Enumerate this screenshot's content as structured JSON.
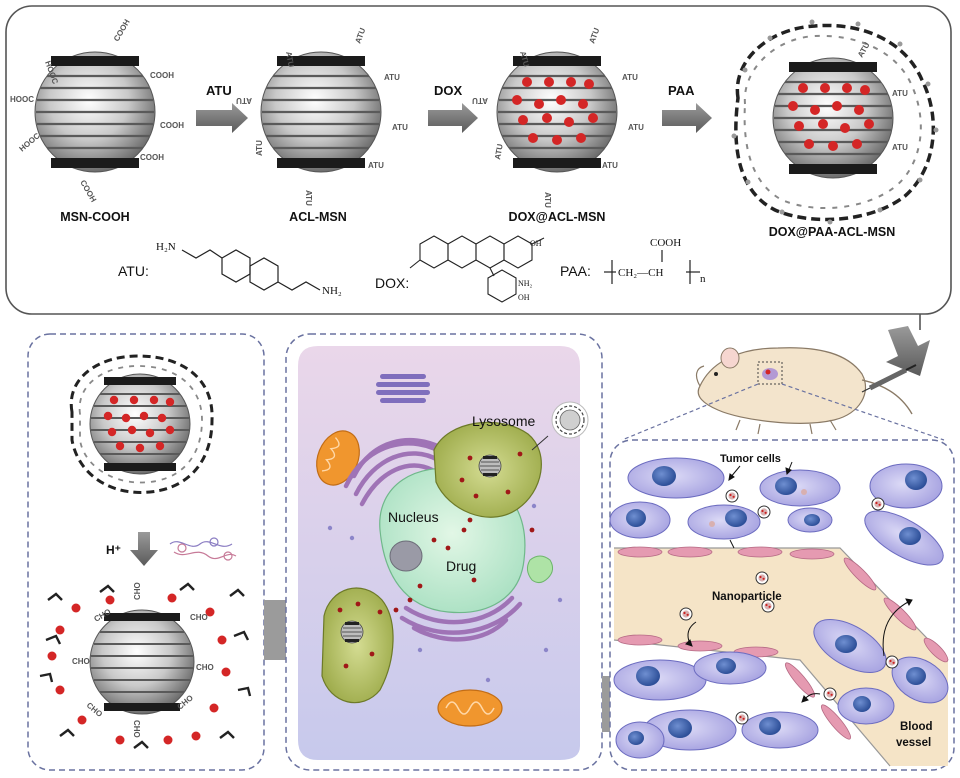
{
  "synthesis": {
    "step_labels": [
      "MSN-COOH",
      "ACL-MSN",
      "DOX@ACL-MSN",
      "DOX@PAA-ACL-MSN"
    ],
    "arrow_labels": [
      "ATU",
      "DOX",
      "PAA"
    ],
    "group_cooh": "COOH",
    "group_hooc": "HOOC",
    "group_atu": "ATU"
  },
  "formulas": {
    "atu_label": "ATU:",
    "atu_h2n": "H₂N",
    "atu_nh2": "NH₂",
    "dox_label": "DOX:",
    "dox_oh": "OH",
    "dox_nh2": "NH₂",
    "paa_label": "PAA:",
    "paa_cooh": "COOH",
    "paa_chain": "CH₂—CH",
    "paa_n": "n"
  },
  "release": {
    "trigger": "H⁺",
    "cho": "CHO"
  },
  "cell": {
    "lysosome": "Lysosome",
    "nucleus": "Nucleus",
    "drug": "Drug"
  },
  "tumor": {
    "tumor_cells": "Tumor cells",
    "nanoparticle": "Nanoparticle",
    "blood_vessel_1": "Blood",
    "blood_vessel_2": "vessel"
  },
  "colors": {
    "drug_red": "#d42626",
    "lysosome_green": "#b9c468",
    "nucleus_green": "#c9efd2",
    "golgi_purple": "#9f73b6",
    "mito_orange": "#f0962e",
    "cell_bg": "#d8cdea",
    "tumor_cell": "#c9c6ee",
    "tumor_nucleus": "#3e63ad",
    "vessel_fill": "#f5e4c7",
    "endothelial": "#e59ab1",
    "frame_dashed": "#7a84b0"
  }
}
